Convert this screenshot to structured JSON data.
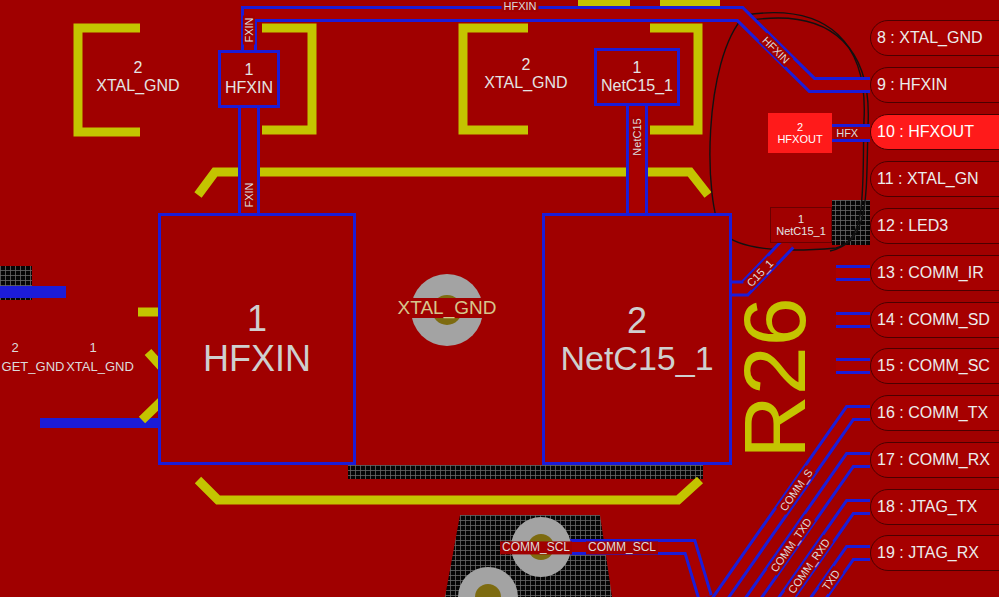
{
  "diagram": {
    "nodes": [
      {
        "text": [
          "2",
          "XTAL_GND"
        ]
      },
      {
        "text": [
          "1",
          "HFXIN"
        ]
      },
      {
        "text": [
          "2",
          "XTAL_GND"
        ]
      },
      {
        "text": [
          "1",
          "NetC15_1"
        ]
      },
      {
        "text": [
          "1",
          "HFXIN"
        ]
      },
      {
        "text": [
          "XTAL_GND"
        ]
      },
      {
        "text": [
          "2",
          "NetC15_1"
        ]
      },
      {
        "text": [
          "2",
          "HFXOUT"
        ]
      },
      {
        "text": [
          "1",
          "NetC15_1"
        ]
      },
      {
        "text": [
          "8 : XTAL_GND"
        ]
      },
      {
        "text": [
          "9 : HFXIN"
        ]
      },
      {
        "text": [
          "10 : HFXOUT"
        ]
      },
      {
        "text": [
          "11 : XTAL_GN"
        ]
      },
      {
        "text": [
          "12 : LED3"
        ]
      },
      {
        "text": [
          "13 : COMM_IR"
        ]
      },
      {
        "text": [
          "14 : COMM_SD"
        ]
      },
      {
        "text": [
          "15 : COMM_SC"
        ]
      },
      {
        "text": [
          "16 : COMM_TX"
        ]
      },
      {
        "text": [
          "17 : COMM_RX"
        ]
      },
      {
        "text": [
          "18 : JTAG_TX"
        ]
      },
      {
        "text": [
          "19 : JTAG_RX"
        ]
      }
    ],
    "edges": [
      {
        "from": 1,
        "to": 4,
        "arrow": "none"
      },
      {
        "from": 3,
        "to": 6,
        "arrow": "none"
      },
      {
        "from": 1,
        "to": 10,
        "arrow": "none"
      },
      {
        "from": 7,
        "to": 11,
        "label": "HFX",
        "arrow": "none"
      },
      {
        "from": 6,
        "to": 8,
        "arrow": "none"
      }
    ],
    "labels": [
      "HFXIN",
      "FXIN",
      "FXIN",
      "NetC15",
      "HFXIN",
      "C15_1",
      "COMM_S",
      "COMM_TXD",
      "COMM_RXD",
      "TXD",
      "COMM_SCL",
      "COMM_SCL",
      "R26",
      "2",
      "GET_GND",
      "1",
      "XTAL_GND"
    ]
  }
}
